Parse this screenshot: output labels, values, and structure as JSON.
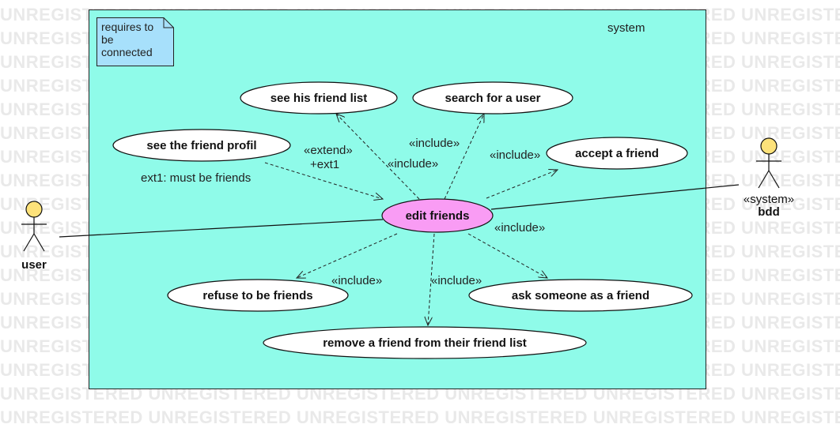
{
  "watermark": {
    "text": "UNREGISTERED UNREGISTERED UNREGISTERED UNREGISTERED UNREGISTERED UNREGISTERED"
  },
  "system": {
    "title": "system"
  },
  "note": {
    "text": "requires to be connected"
  },
  "actors": {
    "user": {
      "name": "user"
    },
    "bdd": {
      "stereotype": "«system»",
      "name": "bdd"
    }
  },
  "use_cases": {
    "edit_friends": "edit friends",
    "see_friend_list": "see his friend list",
    "search_user": "search for a user",
    "see_friend_profil": "see the friend profil",
    "accept_friend": "accept a friend",
    "refuse_friends": "refuse to be friends",
    "ask_friend": "ask someone as a friend",
    "remove_friend": "remove a friend from their friend list"
  },
  "relations": {
    "extend_label": "«extend»",
    "extend_point": "+ext1",
    "extend_condition": "ext1: must be friends",
    "include_1": "«include»",
    "include_2": "«include»",
    "include_3": "«include»",
    "include_4": "«include»",
    "include_5": "«include»",
    "include_6": "«include»"
  },
  "colors": {
    "system_bg": "#8ffbe9",
    "note_bg": "#a7e0fb",
    "edit_friends_fill": "#f99cf4",
    "use_case_fill": "#ffffff",
    "actor_head": "#fde27a"
  }
}
